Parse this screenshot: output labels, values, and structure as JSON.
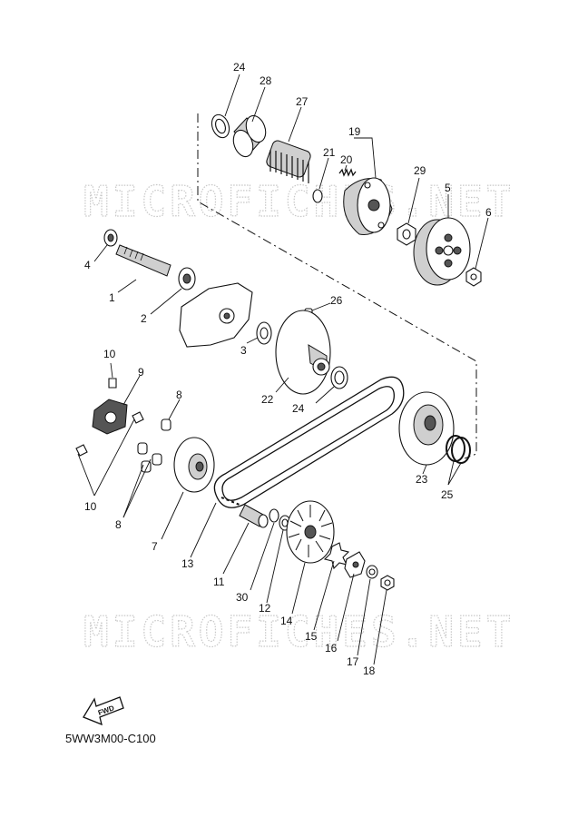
{
  "watermark": "MICROFICHES.NET",
  "diagram_code": "5WW3M00-C100",
  "fwd_label": "FWD",
  "callouts": [
    "24",
    "28",
    "27",
    "19",
    "20",
    "21",
    "29",
    "5",
    "6",
    "4",
    "1",
    "2",
    "26",
    "3",
    "22",
    "24",
    "10",
    "9",
    "8",
    "10",
    "8",
    "7",
    "13",
    "11",
    "30",
    "12",
    "14",
    "15",
    "16",
    "17",
    "18",
    "23",
    "25"
  ]
}
